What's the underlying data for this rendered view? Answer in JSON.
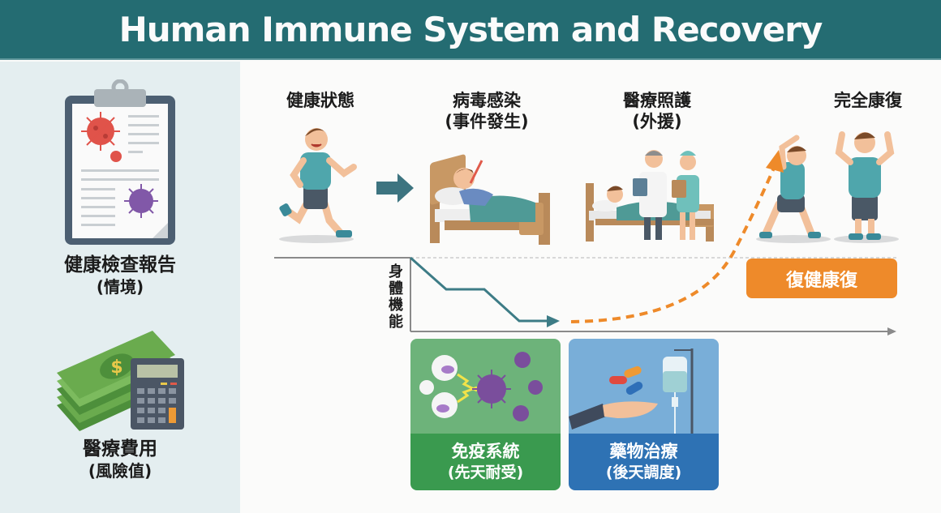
{
  "header": {
    "title": "Human Immune System and Recovery"
  },
  "sidebar": {
    "items": [
      {
        "title": "健康檢查報告",
        "subtitle": "(情境)",
        "icon": "clipboard-report-icon"
      },
      {
        "title": "醫療費用",
        "subtitle": "(風險值)",
        "icon": "money-calculator-icon"
      }
    ]
  },
  "stages": [
    {
      "title": "健康狀態",
      "subtitle": "",
      "icon": "running-person-icon"
    },
    {
      "title": "病毒感染",
      "subtitle": "(事件發生)",
      "icon": "sick-in-bed-icon"
    },
    {
      "title": "醫療照護",
      "subtitle": "(外援)",
      "icon": "doctor-nurse-care-icon"
    },
    {
      "title": "完全康復",
      "subtitle": "",
      "icon": "healthy-exercising-people-icon"
    }
  ],
  "graph": {
    "y_axis_label": [
      "身",
      "體",
      "機",
      "能"
    ],
    "recovery_badge": "復健康復"
  },
  "factors": [
    {
      "title": "免疫系統",
      "subtitle": "(先天耐受)",
      "icon": "immune-cells-virus-icon",
      "color_top": "#6db37a",
      "color_bottom": "#3a9a4f"
    },
    {
      "title": "藥物治療",
      "subtitle": "(後天調度)",
      "icon": "medication-iv-drip-icon",
      "color_top": "#79aed8",
      "color_bottom": "#2e72b4"
    }
  ],
  "colors": {
    "header": "#246c72",
    "teal_line": "#3d7c86",
    "orange": "#ee8a2a",
    "sidebar_bg": "#e4eef0"
  }
}
